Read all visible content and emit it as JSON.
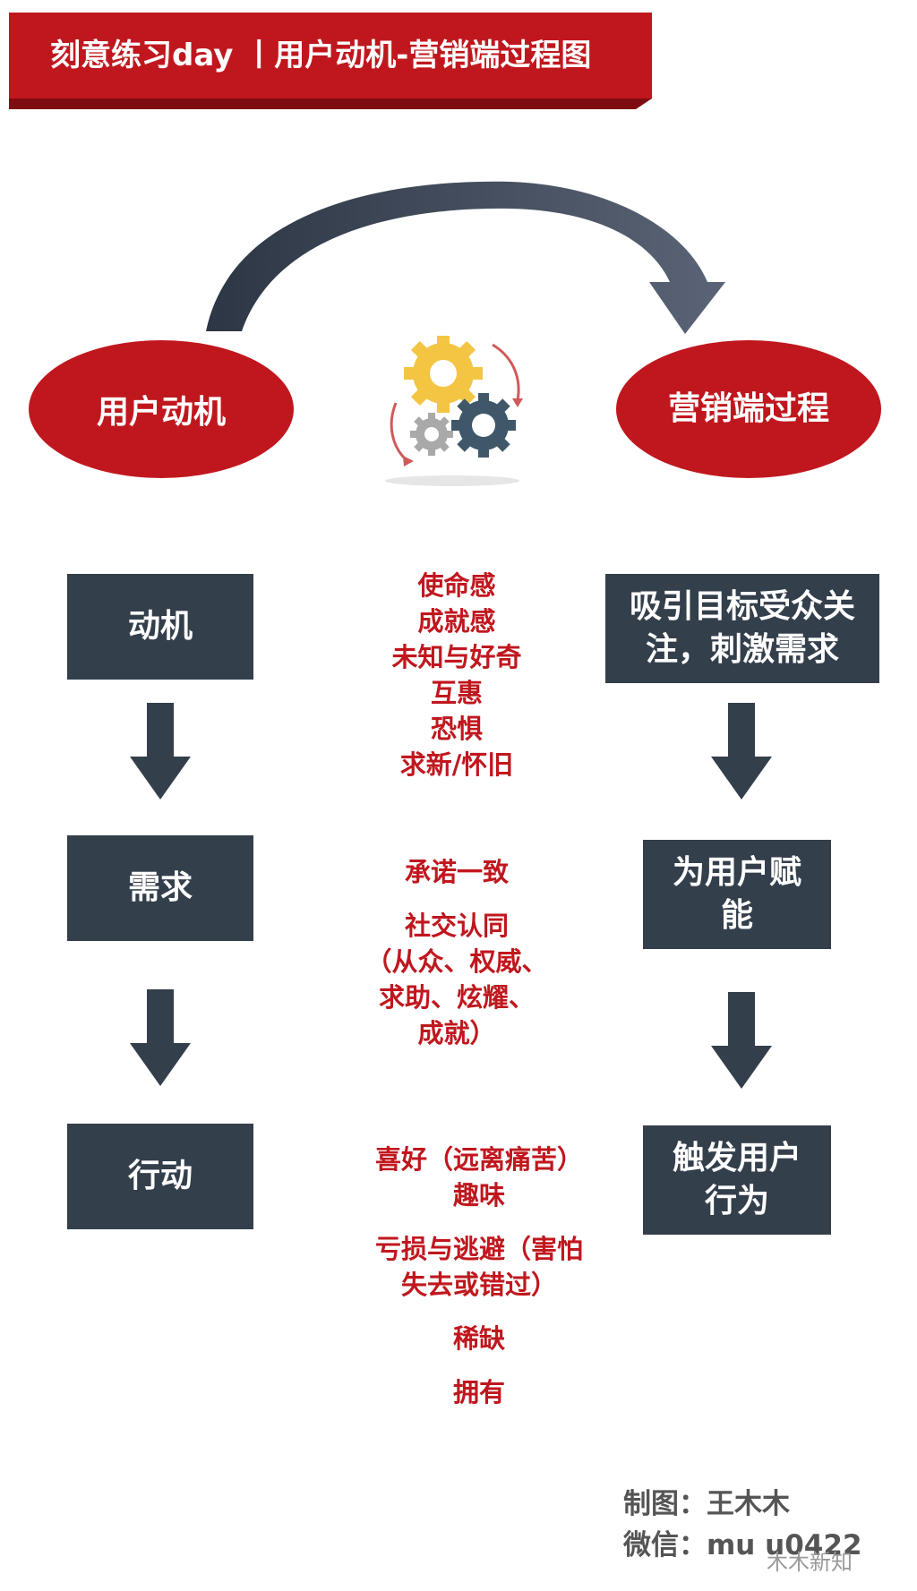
{
  "title": "刻意练习day  丨用户动机-营销端过程图",
  "colors": {
    "brand_red": "#c0171e",
    "dark_box": "#343f4c",
    "arc": "#3b4555"
  },
  "ellipses": {
    "left": "用户动机",
    "right": "营销端过程"
  },
  "left_column": [
    "动机",
    "需求",
    "行动"
  ],
  "right_column": [
    "吸引目标受众关注，刺激需求",
    "为用户赋能",
    "触发用户行为"
  ],
  "middle": {
    "motives": [
      "使命感",
      "成就感",
      "未知与好奇",
      "互惠",
      "恐惧",
      "求新/怀旧"
    ],
    "needs": [
      "承诺一致",
      "社交认同",
      "（从众、权威、",
      "求助、炫耀、",
      "成就）"
    ],
    "actions": [
      "喜好（远离痛苦）",
      "趣味",
      "亏损与逃避（害怕",
      "失去或错过）",
      "稀缺",
      "拥有"
    ]
  },
  "footer": {
    "author": "制图：王木木",
    "wechat": "微信：mu  u0422"
  },
  "watermark": "木木新知",
  "icons": [
    "gears-icon",
    "down-arrow-icon",
    "curved-arrow-icon"
  ]
}
